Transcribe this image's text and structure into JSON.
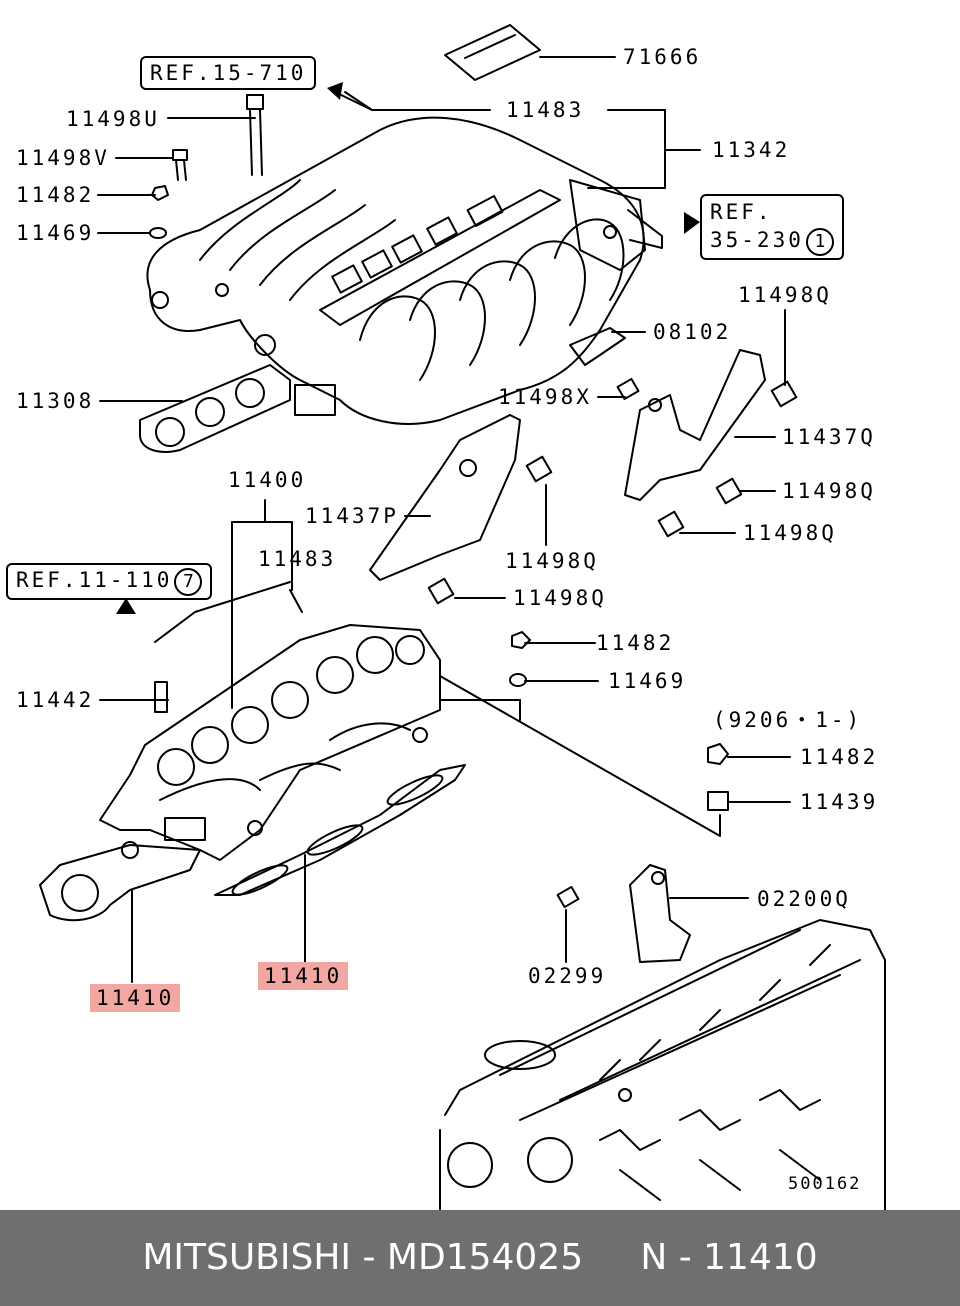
{
  "labels": {
    "p71666": "71666",
    "p11483_top": "11483",
    "p11342": "11342",
    "p11498U": "11498U",
    "p11498V": "11498V",
    "p11482_top": "11482",
    "p11469_top": "11469",
    "p08102": "08102",
    "p11498Q_a": "11498Q",
    "p11498X": "11498X",
    "p11437Q": "11437Q",
    "p11498Q_b": "11498Q",
    "p11498Q_c": "11498Q",
    "p11308": "11308",
    "p11400": "11400",
    "p11437P": "11437P",
    "p11483_mid": "11483",
    "p11498Q_d": "11498Q",
    "p11498Q_e": "11498Q",
    "p11482_mid": "11482",
    "p11469_mid": "11469",
    "p11442": "11442",
    "serial_note": "(9206・1-)",
    "p11482_low": "11482",
    "p11439": "11439",
    "p02200Q": "02200Q",
    "p02299": "02299",
    "p11410_left": "11410",
    "p11410_right": "11410",
    "diagram_id": "500162"
  },
  "refs": {
    "ref_15_710": "REF.15-710",
    "ref_35_230_a": "REF.",
    "ref_35_230_b": "35-230",
    "ref_35_230_circle": "1",
    "ref_11_110": "REF.11-110",
    "ref_11_110_circle": "7"
  },
  "footer": {
    "text": "MITSUBISHI - MD154025     N - 11410"
  },
  "colors": {
    "highlight": "#f2a7a2",
    "footer_bg": "#6f6f6f",
    "line": "#000000"
  }
}
